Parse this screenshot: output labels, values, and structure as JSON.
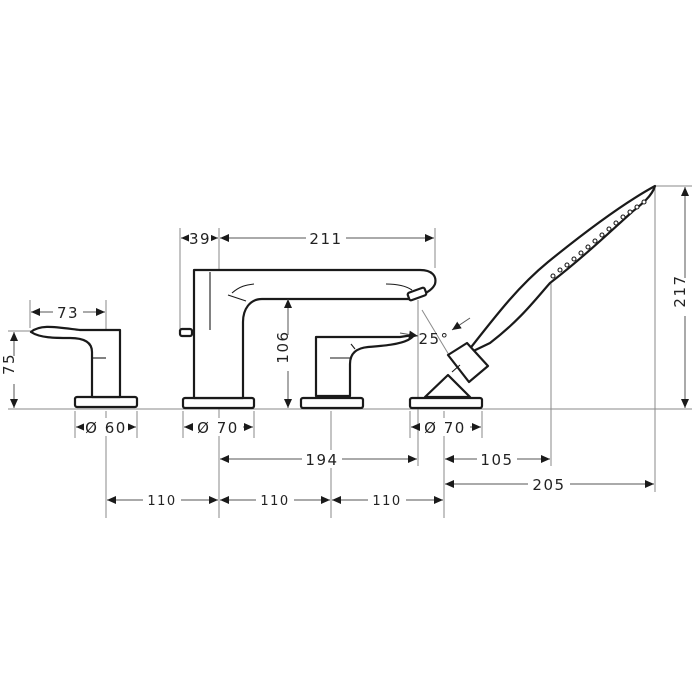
{
  "title": "Bath and shower 4-hole rim-mounted mixer — dimension drawing",
  "units": "mm",
  "colors": {
    "line": "#1a1a1a",
    "dimension_line": "#555555",
    "extension_line": "#8a8a8a",
    "background": "#ffffff"
  },
  "components": [
    {
      "name": "left-handle",
      "label": "Handle valve (left)"
    },
    {
      "name": "spout",
      "label": "Bath spout"
    },
    {
      "name": "right-handle",
      "label": "Handle valve (right)"
    },
    {
      "name": "hand-shower",
      "label": "Hand shower with holder"
    }
  ],
  "dimensions": {
    "left_handle_length": "73",
    "left_handle_height": "75",
    "left_base_diameter": "Ø 60",
    "spout_offset": "39",
    "spout_projection": "211",
    "spout_height": "106",
    "spout_base_diameter": "Ø 70",
    "shower_base_diameter": "Ø 70",
    "shower_angle": "25°",
    "shower_height": "217",
    "spout_to_shower": "194",
    "shower_head_offset": "105",
    "shower_total_reach": "205",
    "spacing_1": "110",
    "spacing_2": "110",
    "spacing_3": "110"
  }
}
